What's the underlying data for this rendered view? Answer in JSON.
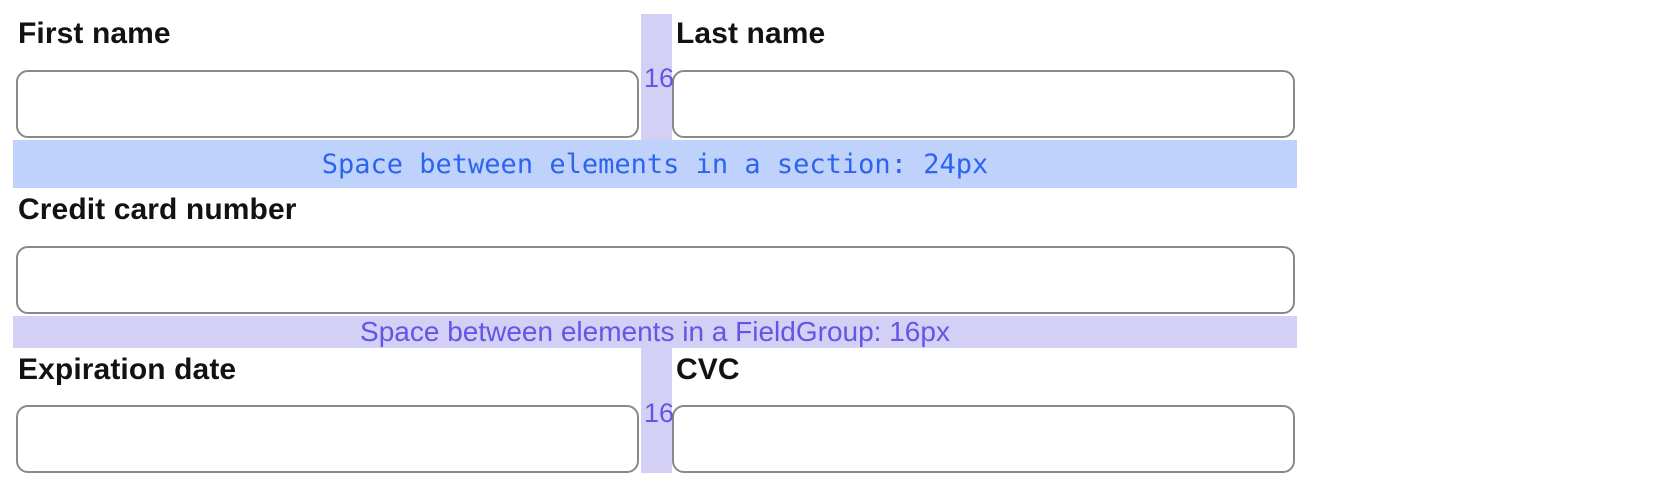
{
  "annotations": {
    "section_gap_label": "Space between elements in a section: 24px",
    "fieldgroup_gap_label": "Space between elements in a FieldGroup: 16px",
    "column_gap_value_top": "16",
    "column_gap_value_bottom": "16"
  },
  "fields": [
    {
      "label": "First name",
      "value": ""
    },
    {
      "label": "Last name",
      "value": ""
    },
    {
      "label": "Credit card number",
      "value": ""
    },
    {
      "label": "Expiration date",
      "value": ""
    },
    {
      "label": "CVC",
      "value": ""
    }
  ],
  "colors": {
    "page_bg": "#ffffff",
    "label_text": "#111214",
    "input_border": "#88888d",
    "section_gap_bg": "#bfd2fb",
    "section_gap_text": "#2d64ef",
    "group_gap_bg": "#d3cff5",
    "group_gap_text": "#6355e6"
  }
}
